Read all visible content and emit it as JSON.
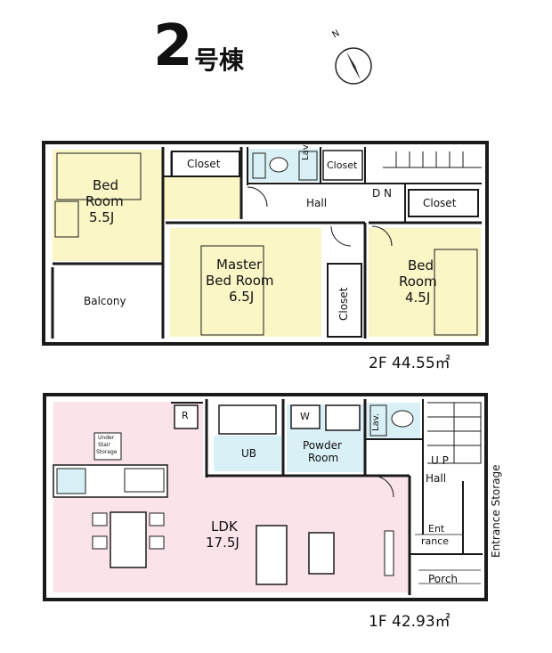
{
  "header": {
    "number": "2",
    "suffix": "号棟",
    "compass_letter": "N"
  },
  "colors": {
    "bedroom": "#fbf6c6",
    "wet": "#d9f1f6",
    "ldk": "#fbe3ea",
    "wall": "#1a1a1a"
  },
  "floor2": {
    "bedroom_1": {
      "line1": "Bed",
      "line2": "Room",
      "line3": "5.5J"
    },
    "closet_1": "Closet",
    "lav": "Lav.",
    "closet_2": "Closet",
    "hall": "Hall",
    "dn": "D N",
    "closet_3": "Closet",
    "balcony": "Balcony",
    "master": {
      "line1": "Master",
      "line2": "Bed Room",
      "line3": "6.5J"
    },
    "closet_4": "Closet",
    "bedroom_2": {
      "line1": "Bed",
      "line2": "Room",
      "line3": "4.5J"
    },
    "area": "2F  44.55㎡"
  },
  "floor1": {
    "r": "R",
    "w": "W",
    "lav": "Lav.",
    "ub": "UB",
    "powder": {
      "line1": "Powder",
      "line2": "Room"
    },
    "under_stair": {
      "line1": "Under",
      "line2": "Stair",
      "line3": "Storage"
    },
    "up": "U P",
    "hall": "Hall",
    "ldk": {
      "line1": "LDK",
      "line2": "17.5J"
    },
    "entrance": {
      "line1": "Ent",
      "line2": "rance"
    },
    "entrance_storage": "Entrance Storage",
    "porch": "Porch",
    "area": "1F  42.93㎡"
  }
}
